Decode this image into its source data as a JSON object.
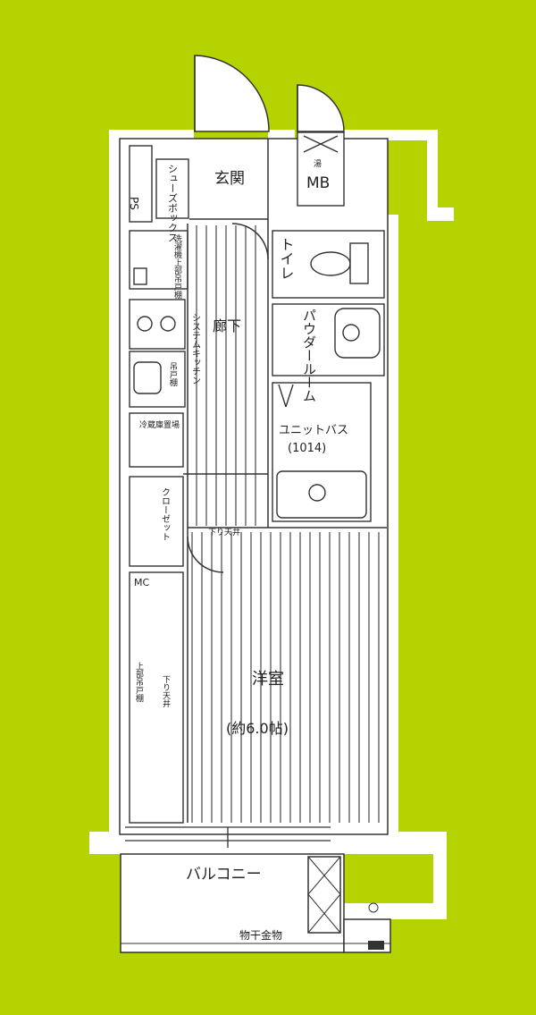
{
  "colors": {
    "background": "#b5d300",
    "wall": "#ffffff",
    "line": "#333333",
    "floor_line": "#555555"
  },
  "rooms": {
    "genkan": "玄関",
    "shoebox": "シューズボックス",
    "ps": "PS",
    "mb": "MB",
    "toilet": "トイレ",
    "powder_room": "パウダールーム",
    "corridor": "廊下",
    "system_kitchen": "システムキッチン",
    "unit_bath": "ユニットバス",
    "unit_bath_size": "(1014)",
    "closet": "クローゼット",
    "mc": "MC",
    "western_room": "洋室",
    "western_room_size": "(約6.0帖)",
    "balcony": "バルコニー",
    "clothes_hanger": "物干金物",
    "ceiling_drop": "下り天井",
    "ceiling_drop_2": "下り天井"
  },
  "cabinets": {
    "wall_cabinet_1": "洗濯機上部吊戸棚",
    "stove": "",
    "sink_label": "吊戸棚",
    "fridge": "冷蔵庫置場",
    "upper_cabinet": "上部吊戸棚",
    "boiler": "湯"
  }
}
